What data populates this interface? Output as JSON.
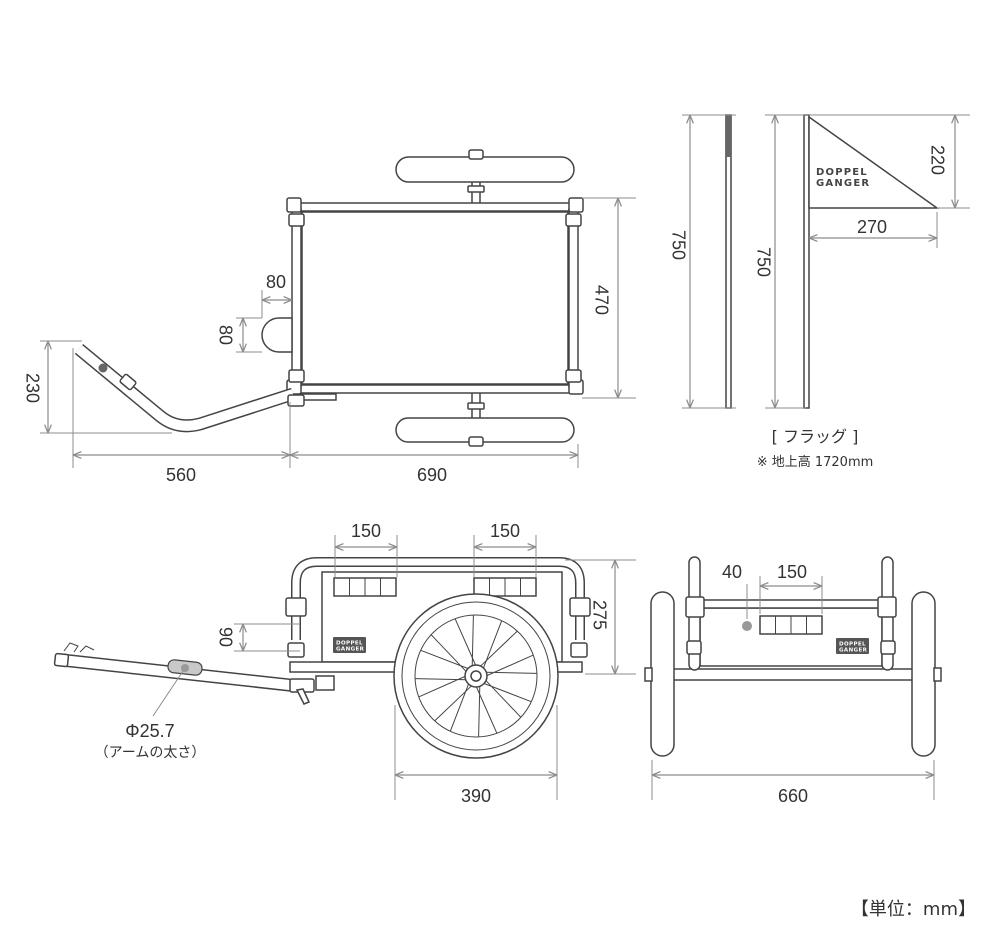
{
  "colors": {
    "line": "#444444",
    "dimension": "#8c8c8c",
    "text": "#333333",
    "sticker": "#555555"
  },
  "brand": {
    "line1": "DOPPEL",
    "line2": "GANGER"
  },
  "top_view": {
    "dim_hitch_pad_width": "80",
    "dim_hitch_pad_height": "80",
    "dim_arm_rise": "230",
    "dim_arm_length": "560",
    "dim_body_length": "690",
    "dim_body_width": "470"
  },
  "flag": {
    "dim_pole_left": "750",
    "dim_pole_right": "750",
    "dim_flag_height": "220",
    "dim_flag_width": "270",
    "caption": "[ フラッグ ]",
    "note": "※ 地上高 1720mm"
  },
  "side_view": {
    "dim_reflector_front": "150",
    "dim_reflector_rear": "150",
    "dim_body_height": "275",
    "dim_hitch_height": "90",
    "dim_wheel_diameter": "390",
    "arm_diameter": "Φ25.7",
    "arm_diameter_note": "（アームの太さ）"
  },
  "rear_view": {
    "dim_reflector_offset": "40",
    "dim_reflector_width": "150",
    "dim_overall_width": "660"
  },
  "unit_label": "【単位：mm】"
}
